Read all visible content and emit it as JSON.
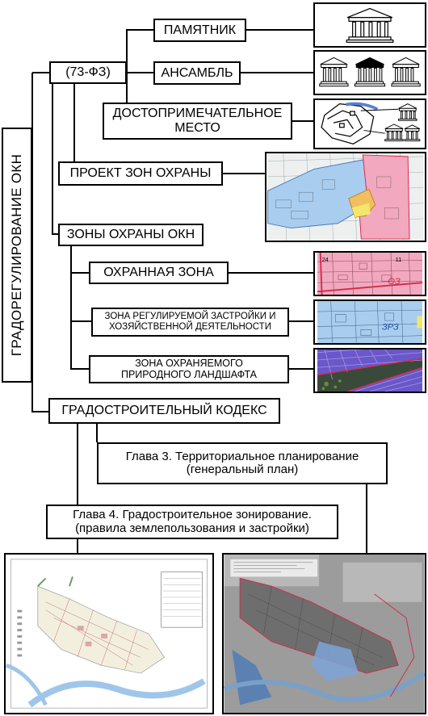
{
  "root": {
    "label": "ГРАДОРЕГУЛИРОВАНИЕ ОКН"
  },
  "law": {
    "label": "(73-ФЗ)"
  },
  "objects": {
    "monument": "ПАМЯТНИК",
    "ensemble": "АНСАМБЛЬ",
    "landmark_line1": "ДОСТОПРИМЕЧАТЕЛЬНОЕ",
    "landmark_line2": "МЕСТО"
  },
  "project": {
    "label": "ПРОЕКТ ЗОН ОХРАНЫ"
  },
  "zones": {
    "label": "ЗОНЫ ОХРАНЫ ОКН",
    "protection": "ОХРАННАЯ ЗОНА",
    "regulated_line1": "ЗОНА РЕГУЛИРУЕМОЙ ЗАСТРОЙКИ И",
    "regulated_line2": "ХОЗЯЙСТВЕННОЙ ДЕЯТЕЛЬНОСТИ",
    "landscape_line1": "ЗОНА ОХРАНЯЕМОГО",
    "landscape_line2": "ПРИРОДНОГО ЛАНДШАФТА"
  },
  "map_labels": {
    "o3": "ОЗ",
    "zrz": "ЗРЗ"
  },
  "code": {
    "label": "ГРАДОСТРОИТЕЛЬНЫЙ КОДЕКС"
  },
  "chapter3": {
    "line1": "Глава 3.  Территориальное планирование",
    "line2": "(генеральный план)"
  },
  "chapter4": {
    "line1": "Глава 4. Градостроительное зонирование.",
    "line2": "(правила землепользования и застройки)"
  },
  "colors": {
    "line": "#000000",
    "zone_pink": "#f2a8bf",
    "zone_blue": "#a9cdef",
    "zone_red": "#d42a4a",
    "landscape": "#6a57c9"
  }
}
